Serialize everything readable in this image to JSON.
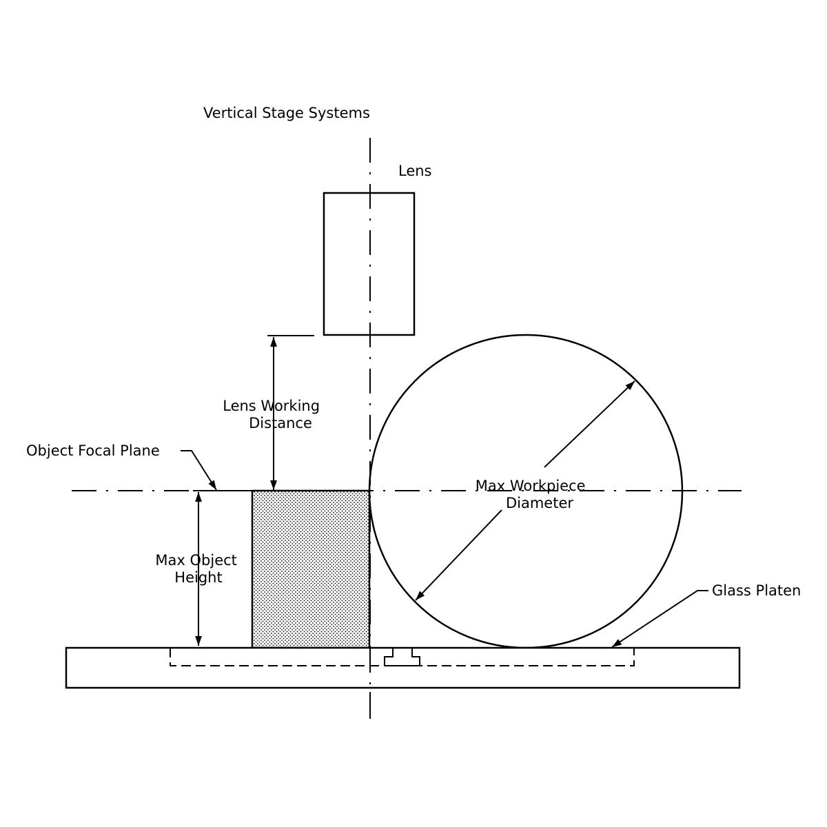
{
  "title": "Vertical Stage Systems",
  "labels": {
    "lens": "Lens",
    "lens_working_distance": [
      "Lens Working",
      "Distance"
    ],
    "object_focal_plane": "Object Focal Plane",
    "max_object_height": [
      "Max Object",
      "Height"
    ],
    "max_workpiece_diameter": [
      "Max Workpiece",
      "Diameter"
    ],
    "glass_platen": "Glass Platen"
  },
  "colors": {
    "line": "#000000",
    "background": "#ffffff"
  }
}
